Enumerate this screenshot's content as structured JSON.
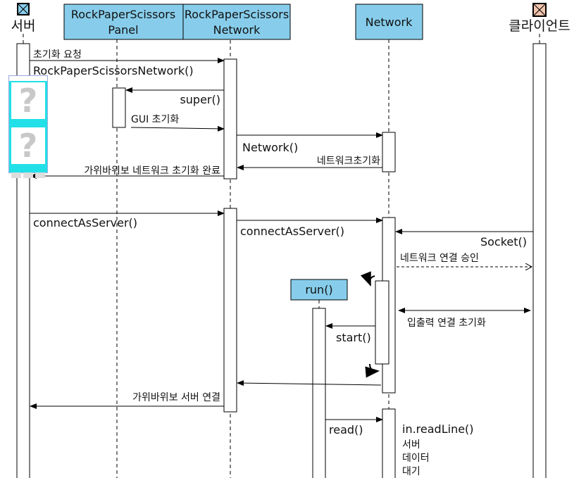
{
  "colors": {
    "header_fill": "#87cdeb",
    "server_icon": "#87cdeb",
    "client_icon": "#f2c5ad",
    "line": "#000000"
  },
  "participants": {
    "server": {
      "label": "서버",
      "icon": "boundary-x-icon"
    },
    "panel": {
      "line1": "RockPaperScissors",
      "line2": "Panel"
    },
    "rps_network": {
      "line1": "RockPaperScissors",
      "line2": "Network"
    },
    "network": {
      "label": "Network"
    },
    "client": {
      "label": "클라이언트",
      "icon": "boundary-x-icon"
    },
    "run": {
      "label": "run()"
    }
  },
  "messages": {
    "init_request": "초기화 요청",
    "rps_network_ctor": "RockPaperScissorsNetwork()",
    "super": "super()",
    "gui_init": "GUI 초기화",
    "network_ctor": "Network()",
    "network_init": "네트워크초기화",
    "rps_network_init_done": "가위바위보 네트워크 초기화 완료",
    "connect_as_server_1": "connectAsServer()",
    "connect_as_server_2": "connectAsServer()",
    "socket": "Socket()",
    "network_accept": "네트워크 연결 승인",
    "io_init": "입출력 연결 초기화",
    "start": "start()",
    "rps_server_connected": "가위바위보 서버 연결",
    "read": "read()",
    "read_line": "in.readLine()",
    "wait_line1": "서버",
    "wait_line2": "데이터",
    "wait_line3": "대기"
  }
}
